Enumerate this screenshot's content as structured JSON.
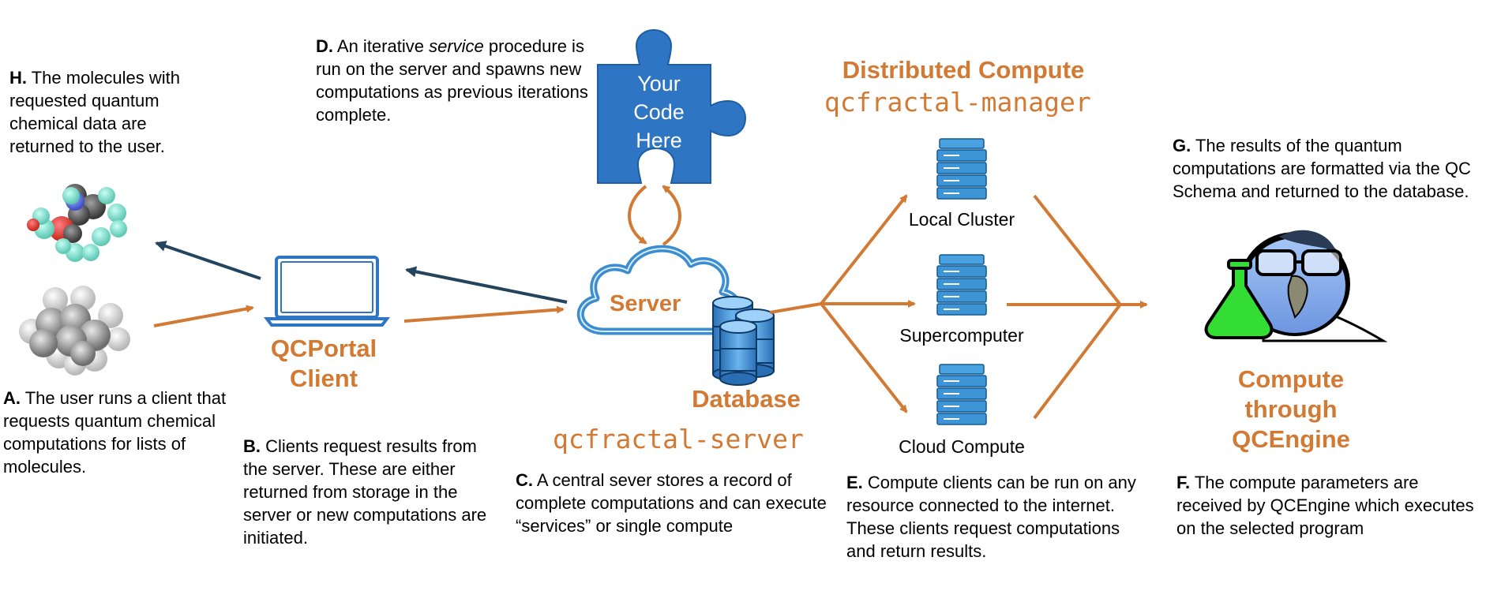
{
  "notes": {
    "H": {
      "letter": "H.",
      "text": "The molecules with requested quantum chemical data are returned to the user."
    },
    "D": {
      "letter": "D.",
      "pre": "An iterative ",
      "emph": "service",
      "post": " procedure is run on the server and spawns new computations as previous iterations complete."
    },
    "G": {
      "letter": "G.",
      "text": "The results of the quantum computations are formatted via the QC Schema and returned to the database."
    },
    "A": {
      "letter": "A.",
      "text": "The user runs a client that requests quantum chemical computations for lists of molecules."
    },
    "B": {
      "letter": "B.",
      "text": "Clients request results from the server. These are either returned from storage in the server or new computations are initiated."
    },
    "C": {
      "letter": "C.",
      "text": "A central sever stores a record of complete computations and can execute “services” or single compute"
    },
    "E": {
      "letter": "E.",
      "text": "Compute clients can be run on any resource connected to the internet. These clients request computations and return results."
    },
    "F": {
      "letter": "F.",
      "text": "The compute parameters are received by QCEngine which executes on the selected program"
    }
  },
  "titles": {
    "distributed": "Distributed Compute",
    "manager": "qcfractal-manager",
    "client_line1": "QCPortal",
    "client_line2": "Client",
    "database": "Database",
    "server_pkg": "qcfractal-server",
    "server": "Server",
    "engine_line1": "Compute",
    "engine_line2": "through",
    "engine_line3": "QCEngine"
  },
  "puzzle": {
    "line1": "Your",
    "line2": "Code",
    "line3": "Here"
  },
  "resources": [
    "Local Cluster",
    "Supercomputer",
    "Cloud Compute"
  ],
  "colors": {
    "orange": "#D27A33",
    "navy": "#23445C",
    "blue": "#2E76C3",
    "server_blue": "#3C8DD0",
    "flask_green": "#33DD33"
  },
  "icons": [
    "molecule-icon",
    "laptop-icon",
    "puzzle-icon",
    "cloud-icon",
    "database-icon",
    "server-rack-icon",
    "scientist-parrot-icon"
  ]
}
